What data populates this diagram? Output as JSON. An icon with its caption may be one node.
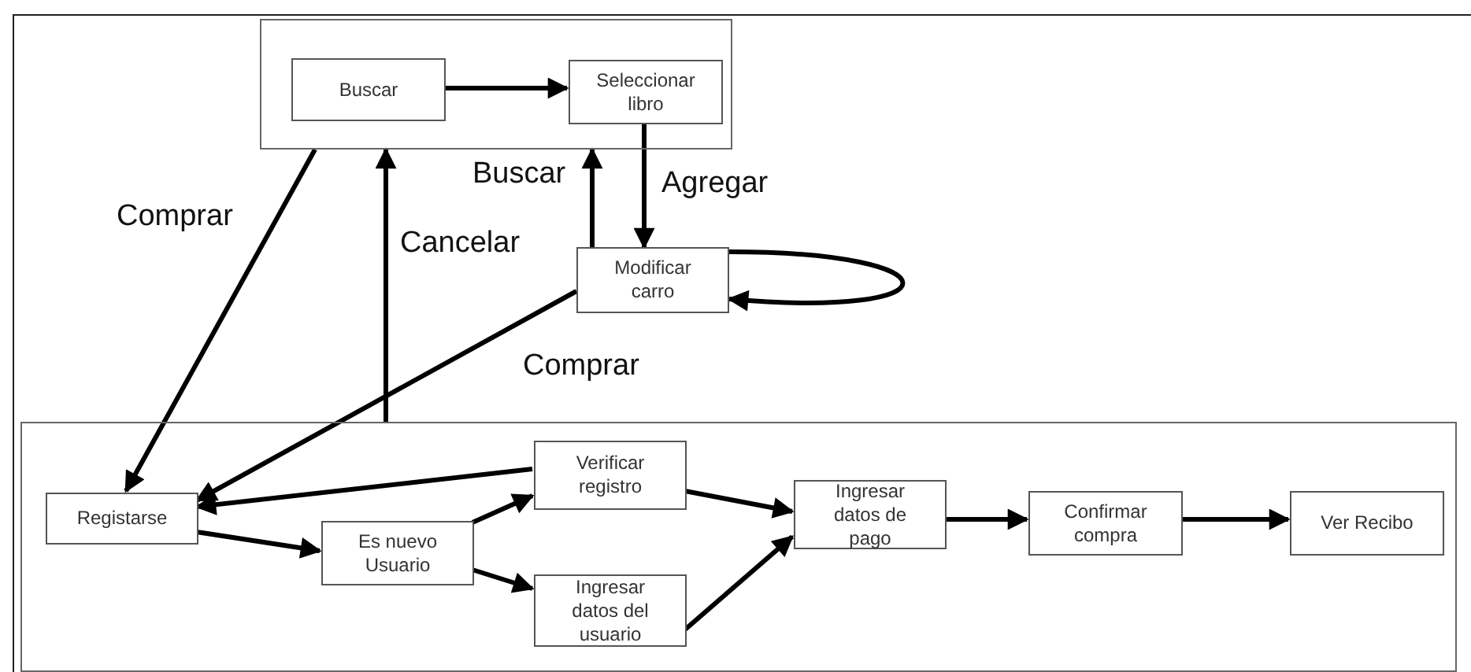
{
  "diagram": {
    "nodes": [
      {
        "text": [],
        "shape": "box"
      },
      {
        "text": [
          "Buscar"
        ],
        "in": 0
      },
      {
        "text": [
          "Seleccionar libro"
        ],
        "in": 0
      },
      {
        "text": [
          "Modificar carro"
        ]
      },
      {
        "text": [],
        "shape": "box"
      },
      {
        "text": [
          "Registarse"
        ],
        "in": 4
      },
      {
        "text": [
          "Es nuevo Usuario"
        ],
        "in": 4
      },
      {
        "text": [
          "Verificar registro"
        ],
        "in": 4
      },
      {
        "text": [
          "Ingresar datos del usuario"
        ],
        "in": 4
      },
      {
        "text": [
          "Ingresar datos de pago"
        ],
        "in": 4
      },
      {
        "text": [
          "Confirmar compra"
        ],
        "in": 4
      },
      {
        "text": [
          "Ver Recibo"
        ],
        "in": 4
      }
    ],
    "edges": [
      {
        "from": 1,
        "to": 2,
        "arrow": "to"
      },
      {
        "from": 2,
        "to": 3,
        "arrow": "to",
        "label": "Agregar"
      },
      {
        "from": 3,
        "to": 0,
        "arrow": "to",
        "label": "Buscar"
      },
      {
        "from": 4,
        "to": 0,
        "arrow": "to",
        "label": "Cancelar"
      },
      {
        "from": 0,
        "to": 5,
        "arrow": "to",
        "label": "Comprar"
      },
      {
        "from": 3,
        "to": 5,
        "arrow": "to",
        "label": "Comprar"
      },
      {
        "from": 3,
        "to": 3,
        "arrow": "to"
      },
      {
        "from": 7,
        "to": 5,
        "arrow": "to"
      },
      {
        "from": 5,
        "to": 6,
        "arrow": "to"
      },
      {
        "from": 6,
        "to": 7,
        "arrow": "to"
      },
      {
        "from": 6,
        "to": 8,
        "arrow": "to"
      },
      {
        "from": 7,
        "to": 9,
        "arrow": "to"
      },
      {
        "from": 8,
        "to": 9,
        "arrow": "to"
      },
      {
        "from": 9,
        "to": 10,
        "arrow": "to"
      },
      {
        "from": 10,
        "to": 11,
        "arrow": "to"
      }
    ]
  }
}
